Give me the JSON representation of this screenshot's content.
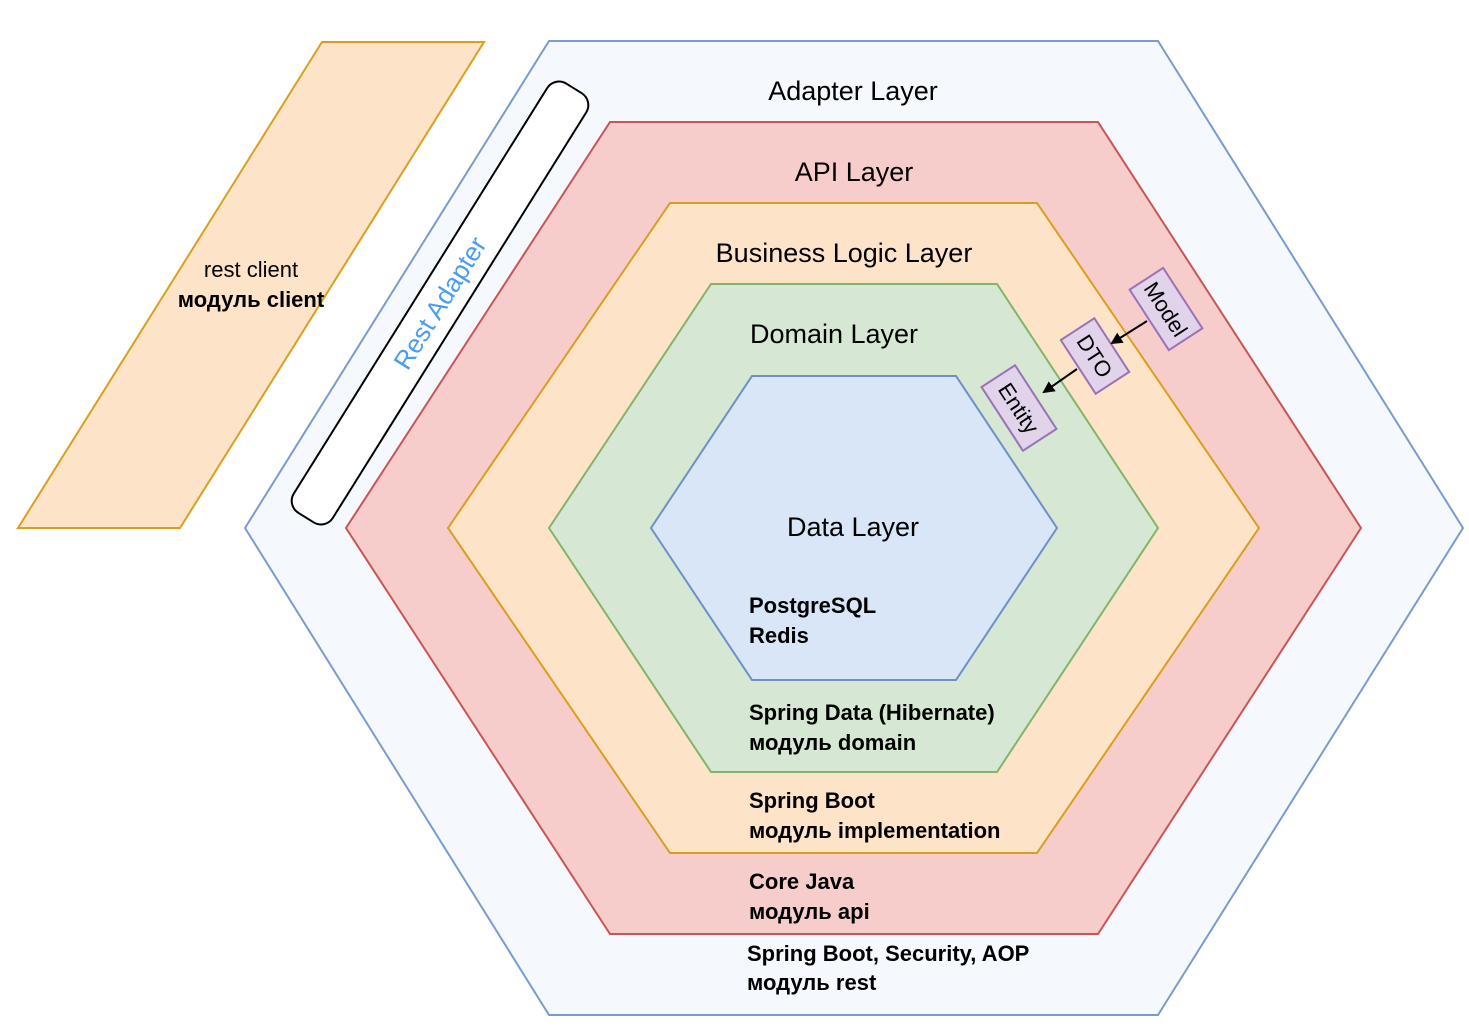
{
  "client": {
    "line1": "rest client",
    "line2": "модуль client"
  },
  "rest_adapter": "Rest Adapter",
  "layers": {
    "adapter": {
      "title": "Adapter Layer",
      "note1": "Spring Boot, Security, AOP",
      "note2": "модуль rest"
    },
    "api": {
      "title": "API Layer",
      "note1": "Core Java",
      "note2": "модуль api"
    },
    "business": {
      "title": "Business Logic Layer",
      "note1": "Spring Boot",
      "note2": "модуль implementation"
    },
    "domain": {
      "title": "Domain Layer",
      "note1": "Spring Data (Hibernate)",
      "note2": "модуль domain"
    },
    "data": {
      "title": "Data Layer",
      "note1": "PostgreSQL",
      "note2": "Redis"
    }
  },
  "mappings": {
    "model": "Model",
    "dto": "DTO",
    "entity": "Entity"
  },
  "colors": {
    "adapter_fill": "#f5f8fc",
    "adapter_stroke": "#7a9ccc",
    "api_fill": "#f7cdcb",
    "api_stroke": "#c85656",
    "business_fill": "#fde4c8",
    "business_stroke": "#d9a020",
    "domain_fill": "#d6e8d3",
    "domain_stroke": "#84b36a",
    "data_fill": "#d8e6f7",
    "data_stroke": "#6e8fc7",
    "client_fill": "#fde4c8",
    "client_stroke": "#d9a020",
    "mapping_fill": "#e0d3ea",
    "mapping_stroke": "#9a72b6",
    "rest_adapter_text": "#4a9cf0"
  }
}
